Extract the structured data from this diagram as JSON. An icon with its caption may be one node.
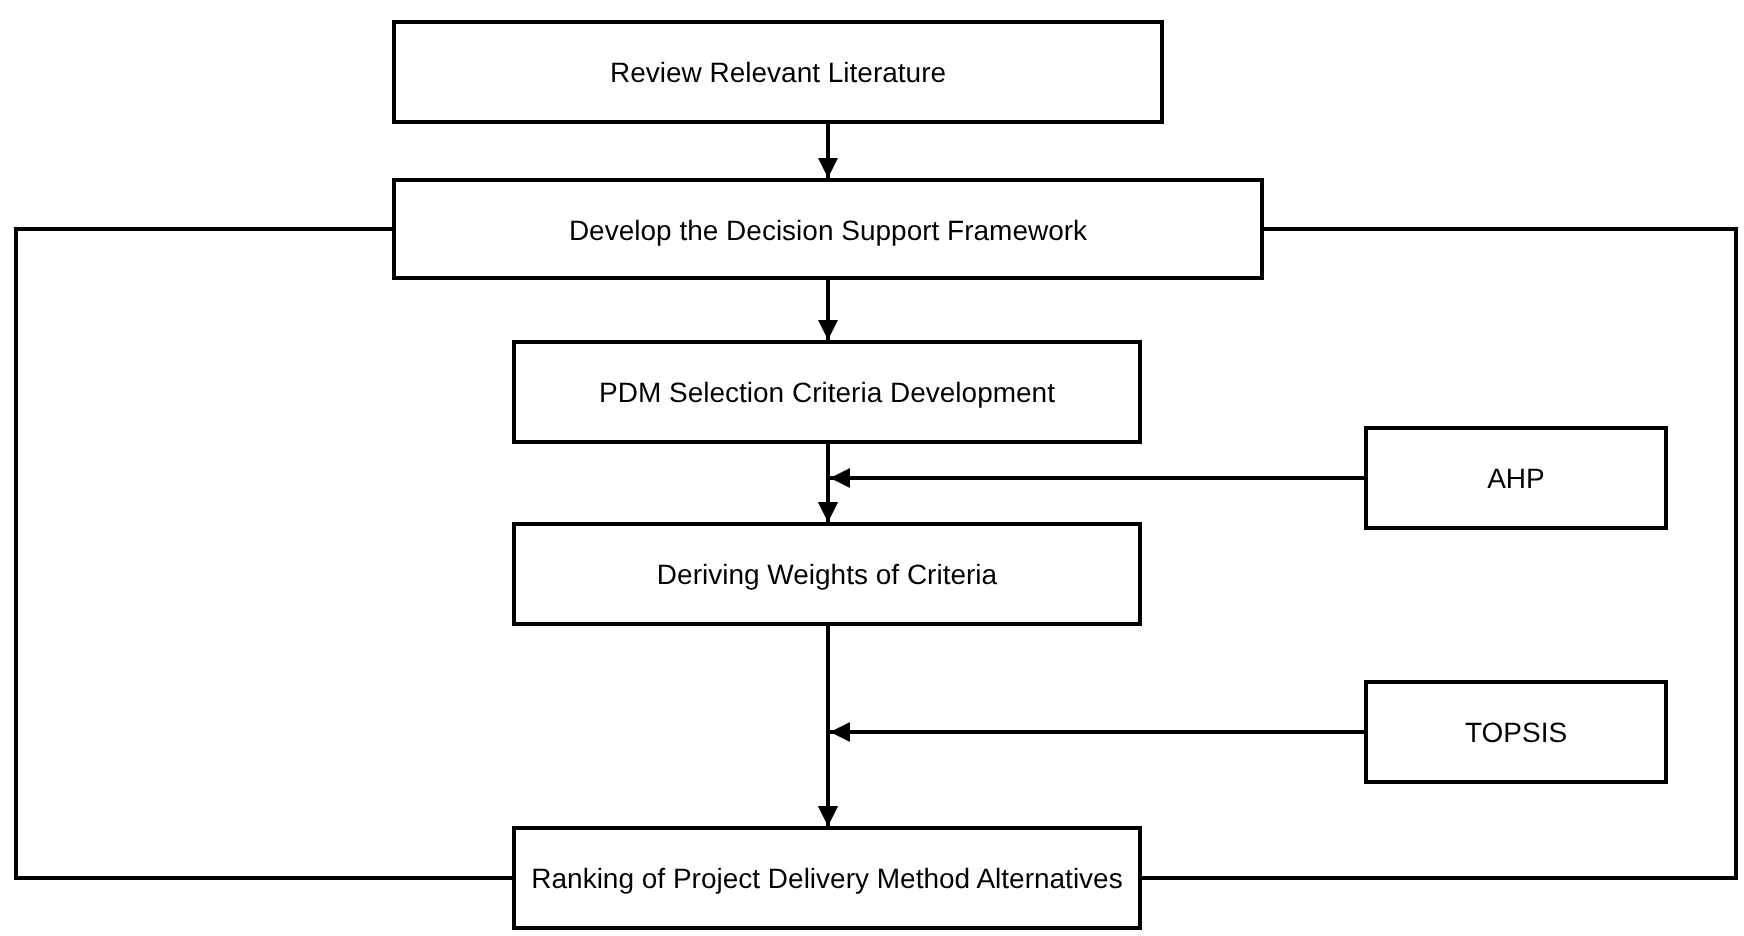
{
  "diagram": {
    "nodes": [
      {
        "text": [
          "Review Relevant Literature"
        ]
      },
      {
        "text": [
          "Develop the Decision Support Framework"
        ]
      },
      {
        "text": [
          "PDM Selection Criteria Development"
        ]
      },
      {
        "text": [
          "Deriving Weights of Criteria"
        ]
      },
      {
        "text": [
          "AHP"
        ]
      },
      {
        "text": [
          "TOPSIS"
        ]
      },
      {
        "text": [
          "Ranking of Project Delivery Method Alternatives"
        ]
      }
    ],
    "edges": [
      {
        "from": 0,
        "to": 1,
        "arrow": "to"
      },
      {
        "from": 1,
        "to": 2,
        "arrow": "to"
      },
      {
        "from": 2,
        "to": 3,
        "arrow": "to"
      },
      {
        "from": 4,
        "to": 3,
        "arrow": "to"
      },
      {
        "from": 3,
        "to": 6,
        "arrow": "to"
      },
      {
        "from": 5,
        "to": 6,
        "arrow": "to"
      },
      {
        "from": 1,
        "to": 6,
        "arrow": "none"
      },
      {
        "from": 1,
        "to": 6,
        "arrow": "none"
      }
    ]
  }
}
